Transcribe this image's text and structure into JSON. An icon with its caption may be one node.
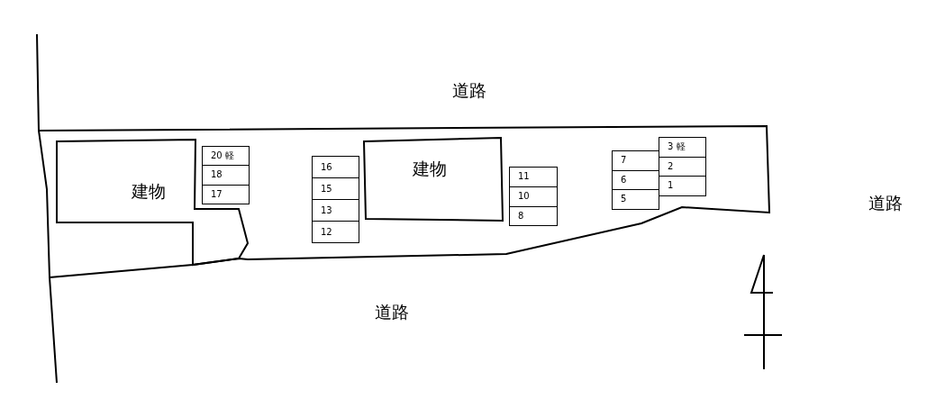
{
  "diagram": {
    "nodes": [
      {
        "text": [
          "建物"
        ]
      },
      {
        "text": [
          "20 軽"
        ]
      },
      {
        "text": [
          "18"
        ]
      },
      {
        "text": [
          "17"
        ]
      },
      {
        "text": [
          "16"
        ]
      },
      {
        "text": [
          "15"
        ]
      },
      {
        "text": [
          "13"
        ]
      },
      {
        "text": [
          "12"
        ]
      },
      {
        "text": [
          "建物"
        ]
      },
      {
        "text": [
          "11"
        ]
      },
      {
        "text": [
          "10"
        ]
      },
      {
        "text": [
          "8"
        ]
      },
      {
        "text": [
          "7"
        ]
      },
      {
        "text": [
          "6"
        ]
      },
      {
        "text": [
          "5"
        ]
      },
      {
        "text": [
          "3 軽"
        ]
      },
      {
        "text": [
          "2"
        ]
      },
      {
        "text": [
          "1"
        ]
      }
    ],
    "edges": [],
    "labels": [
      "道路",
      "道路",
      "道路"
    ]
  }
}
